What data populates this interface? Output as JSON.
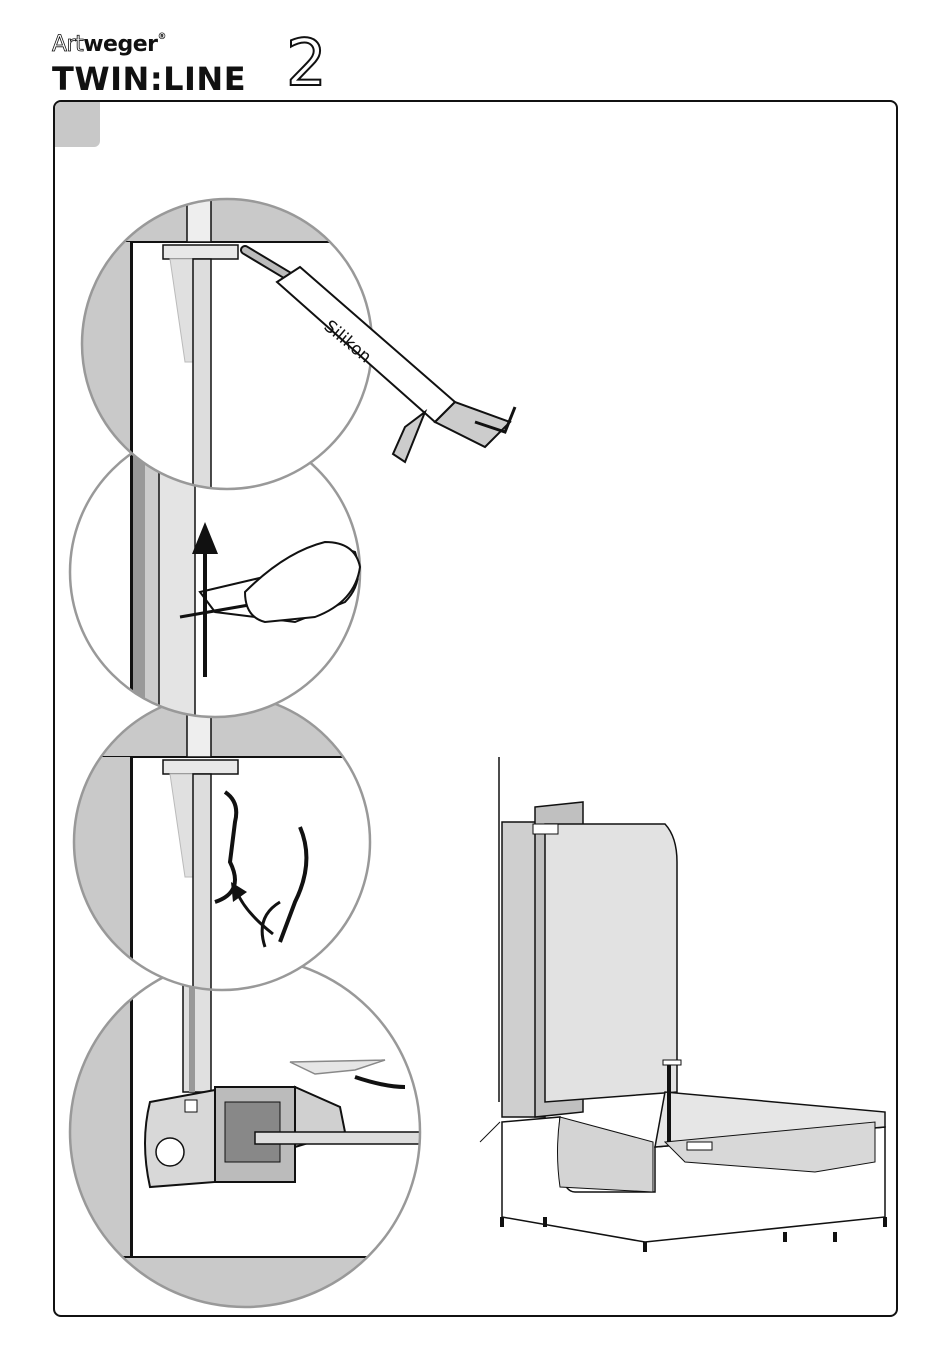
{
  "logo": {
    "brand_prefix": "Art",
    "brand_suffix": "weger",
    "brand_mark": "®",
    "product": "TWIN:LINE",
    "product_number": "2"
  },
  "step": {
    "number": ""
  },
  "illustration": {
    "cartridge_label": "Silikon"
  },
  "icons": [
    "silicone-cartridge-icon",
    "arrow-up-icon",
    "curved-arrow-icon",
    "hand-icon",
    "bathtub-icon"
  ]
}
